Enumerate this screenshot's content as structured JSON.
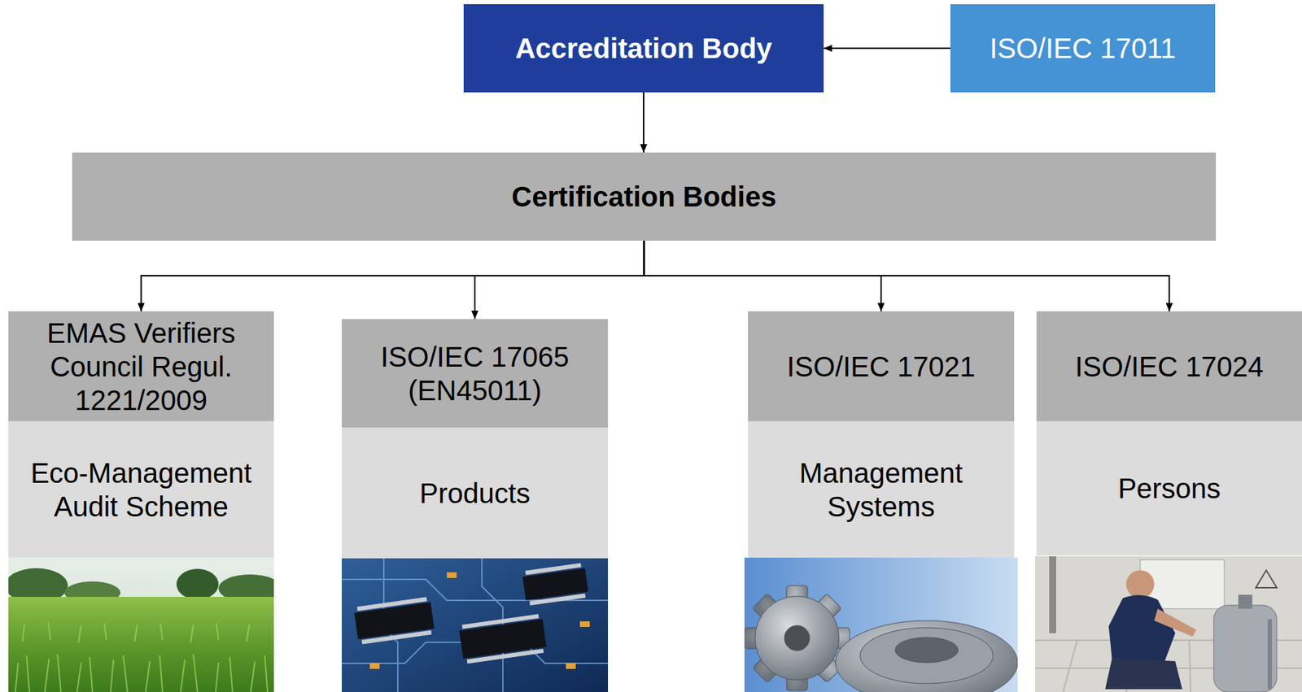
{
  "diagram": {
    "nodes": [
      {
        "text": [
          "Accreditation Body"
        ]
      },
      {
        "text": [
          "ISO/IEC 17011"
        ]
      },
      {
        "text": [
          "Certification Bodies"
        ]
      },
      {
        "text": [
          "EMAS Verifiers Council Regul. 1221/2009",
          "Eco-Management Audit Scheme"
        ]
      },
      {
        "text": [
          "ISO/IEC 17065 (EN45011)",
          "Products"
        ]
      },
      {
        "text": [
          "ISO/IEC 17021",
          "Management Systems"
        ]
      },
      {
        "text": [
          "ISO/IEC 17024",
          "Persons"
        ]
      }
    ],
    "edges": [
      {
        "from": 1,
        "to": 0,
        "arrow": "to"
      },
      {
        "from": 0,
        "to": 2,
        "arrow": "to"
      },
      {
        "from": 2,
        "to": 3,
        "arrow": "to"
      },
      {
        "from": 2,
        "to": 4,
        "arrow": "to"
      },
      {
        "from": 2,
        "to": 5,
        "arrow": "to"
      },
      {
        "from": 2,
        "to": 6,
        "arrow": "to"
      }
    ]
  }
}
